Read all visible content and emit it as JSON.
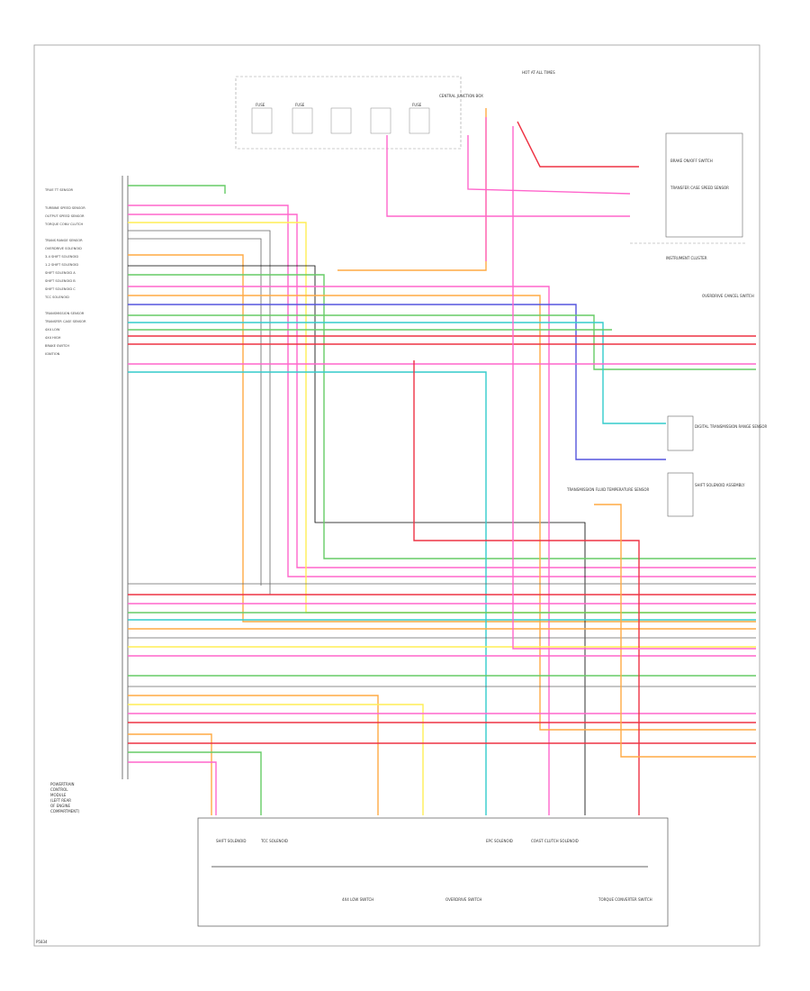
{
  "page": {
    "footer_code": "P5834"
  },
  "pcm": {
    "labels": [
      "POWERTRAIN",
      "CONTROL",
      "MODULE",
      "(LEFT REAR",
      "OF ENGINE",
      "COMPARTMENT)"
    ]
  },
  "left_pins": [
    "TRUE TT SENSOR",
    "TURBINE SPEED SENSOR",
    "OUTPUT SPEED SENSOR",
    "TORQUE CONV CLUTCH",
    "TRANS RANGE SENSOR",
    "OVERDRIVE SOLENOID",
    "3-4 SHIFT SOLENOID",
    "1-2 SHIFT SOLENOID",
    "SHIFT SOLENOID A",
    "SHIFT SOLENOID B",
    "SHIFT SOLENOID C",
    "TCC SOLENOID",
    "TRANSMISSION SENSOR",
    "TRANSFER CASE SENSOR",
    "4X4 LOW",
    "4X4 HIGH",
    "BRAKE SWITCH",
    "IGNITION"
  ],
  "right_labels": [
    "BRAKE ON/OFF SWITCH",
    "DIGITAL TRANSMISSION RANGE SENSOR",
    "SHIFT SOLENOID ASSEMBLY",
    "TRANSMISSION FLUID TEMPERATURE SENSOR",
    "TRANSFER CASE SPEED SENSOR",
    "INSTRUMENT CLUSTER",
    "OVERDRIVE CANCEL SWITCH"
  ],
  "bottom_box": {
    "labels": [
      "SHIFT SOLENOID",
      "TCC SOLENOID",
      "EPC SOLENOID",
      "COAST CLUTCH SOLENOID",
      "4X4 LOW SWITCH",
      "OVERDRIVE SWITCH",
      "TORQUE CONVERTER SWITCH"
    ]
  },
  "top_box": {
    "labels": [
      "HOT AT ALL TIMES",
      "FUSE",
      "FUSE",
      "CENTRAL JUNCTION BOX",
      "FUSE"
    ]
  },
  "colors": {
    "pink": "#ff66cc",
    "green": "#66cc66",
    "yellow": "#ffee55",
    "blue": "#5555dd",
    "orange": "#ffaa44",
    "red": "#ee3344",
    "cyan": "#33cccc",
    "gray": "#666666",
    "black": "#000000"
  }
}
